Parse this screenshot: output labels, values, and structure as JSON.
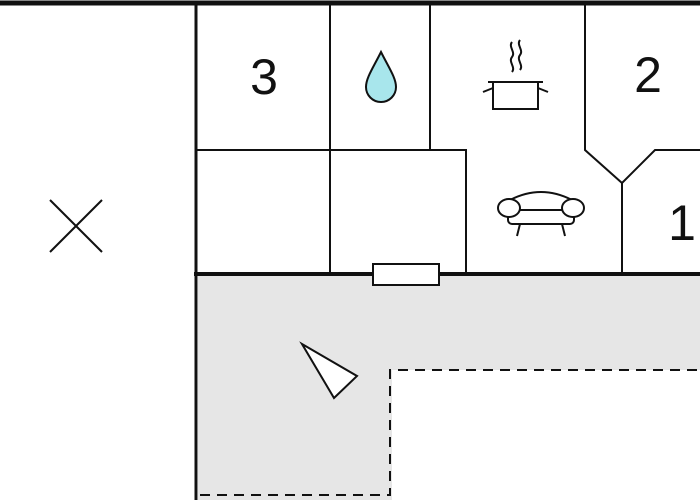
{
  "floor_plan": {
    "room_labels": [
      "3",
      "2",
      "1"
    ],
    "icons": [
      "bathroom-drop-icon",
      "kitchen-pot-icon",
      "living-sofa-icon",
      "not-included-cross-icon",
      "terrace-arrow-icon"
    ],
    "colors": {
      "walls": "#111111",
      "terrace": "#e6e6e6",
      "water_drop": "#a8e6ec",
      "background": "#ffffff"
    }
  }
}
